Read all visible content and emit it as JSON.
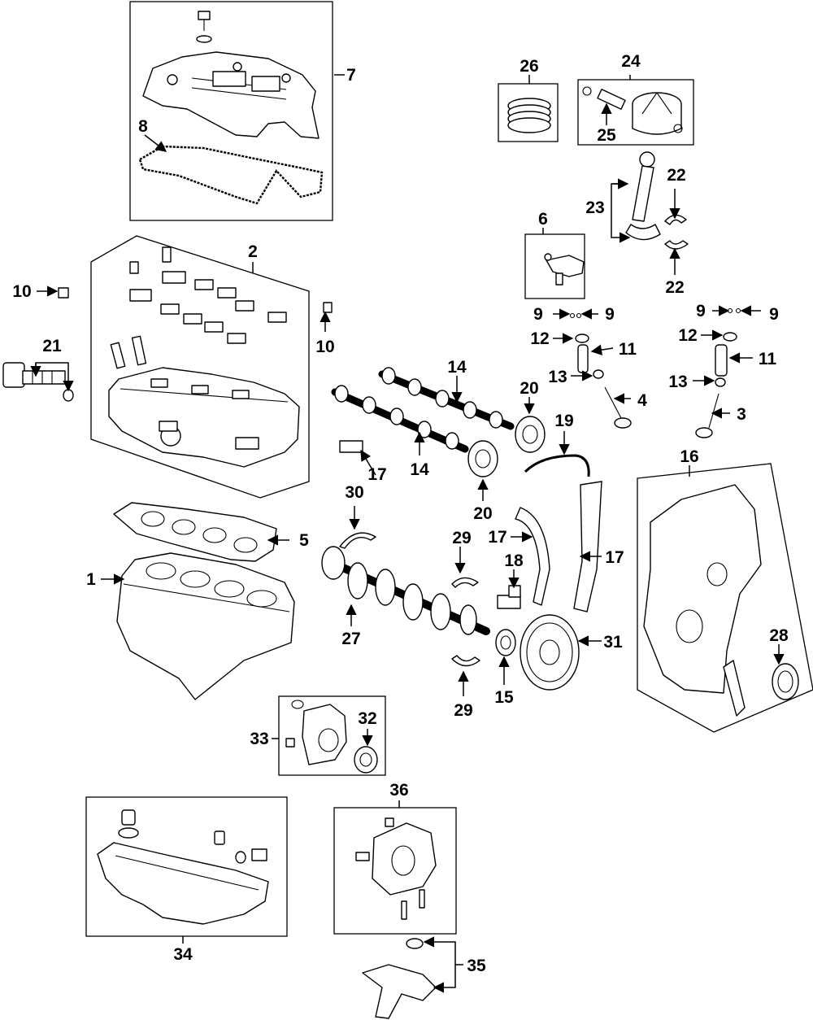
{
  "callouts": {
    "c1": "1",
    "c2": "2",
    "c3": "3",
    "c4": "4",
    "c5": "5",
    "c6": "6",
    "c7": "7",
    "c8": "8",
    "c9a": "9",
    "c9b": "9",
    "c9c": "9",
    "c9d": "9",
    "c10a": "10",
    "c10b": "10",
    "c11a": "11",
    "c11b": "11",
    "c12a": "12",
    "c12b": "12",
    "c13a": "13",
    "c13b": "13",
    "c14a": "14",
    "c14b": "14",
    "c15": "15",
    "c16": "16",
    "c17a": "17",
    "c17b": "17",
    "c17c": "17",
    "c18": "18",
    "c19": "19",
    "c20a": "20",
    "c20b": "20",
    "c21": "21",
    "c22a": "22",
    "c22b": "22",
    "c23": "23",
    "c24": "24",
    "c25": "25",
    "c26": "26",
    "c27": "27",
    "c28": "28",
    "c29a": "29",
    "c29b": "29",
    "c30": "30",
    "c31": "31",
    "c32": "32",
    "c33": "33",
    "c34": "34",
    "c35": "35",
    "c36": "36"
  }
}
